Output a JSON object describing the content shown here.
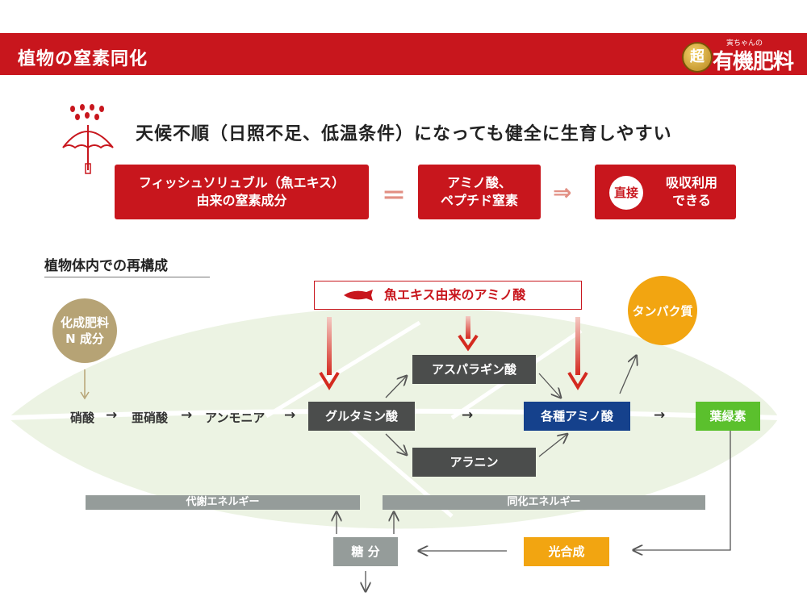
{
  "header": {
    "title": "植物の窒素同化"
  },
  "logo": {
    "small": "寅ちゃんの",
    "circle": "超",
    "main": "有機肥料"
  },
  "headline": "天候不順（日照不足、低温条件）になっても健全に生育しやすい",
  "top_row": {
    "box1": {
      "line1": "フィッシュソリュブル（魚エキス）",
      "line2": "由来の窒素成分"
    },
    "equals": "＝",
    "box2": {
      "line1": "アミノ酸、",
      "line2": "ペプチド窒素"
    },
    "arrow": "⇒",
    "box3": {
      "badge": "直接",
      "line1": "吸収利用",
      "line2": "できる"
    }
  },
  "section_title": "植物体内での再構成",
  "fish_label": "魚エキス由来のアミノ酸",
  "chem_fertilizer": {
    "line1": "化成肥料",
    "line2": "N 成分"
  },
  "protein": "タンパク質",
  "flow": {
    "nitrate": "硝酸",
    "arrow1": "→",
    "nitrite": "亜硝酸",
    "arrow2": "→",
    "ammonia": "アンモニア",
    "arrow3": "→",
    "glutamic": "グルタミン酸",
    "arrow4": "→",
    "amino": "各種アミノ酸",
    "arrow5": "→",
    "chlorophyll": "葉緑素"
  },
  "asparagine": "アスパラギン酸",
  "alanine": "アラニン",
  "energy_left": "代謝エネルギー",
  "energy_right": "同化エネルギー",
  "sugar": "糖 分",
  "photosynthesis": "光合成",
  "colors": {
    "red": "#c8161d",
    "dark": "#4b4d4c",
    "blue": "#15418c",
    "green": "#5bc02d",
    "orange": "#f2a511",
    "gold": "#b6a375"
  }
}
